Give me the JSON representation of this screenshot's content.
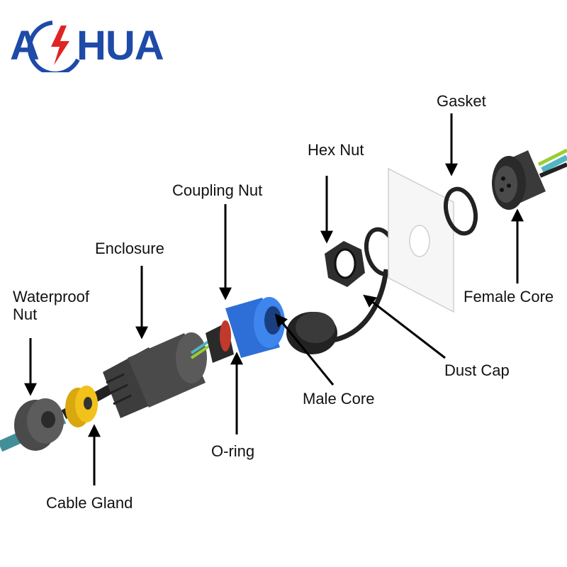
{
  "brand": {
    "logo_text": "AOHUA",
    "primary_color": "#1e4aa8",
    "bolt_color": "#e02424"
  },
  "labels": {
    "gasket": "Gasket",
    "hex_nut": "Hex Nut",
    "coupling_nut": "Coupling Nut",
    "enclosure": "Enclosure",
    "waterproof_nut_line1": "Waterproof",
    "waterproof_nut_line2": "Nut",
    "female_core": "Female Core",
    "dust_cap": "Dust Cap",
    "male_core": "Male Core",
    "o_ring": "O-ring",
    "cable_gland": "Cable Gland"
  },
  "colors": {
    "cable": "#4fb6c4",
    "housing": "#3a3a3a",
    "coupling": "#2d6fd6",
    "gland": "#f2c21b",
    "o_ring": "#c0392b"
  }
}
